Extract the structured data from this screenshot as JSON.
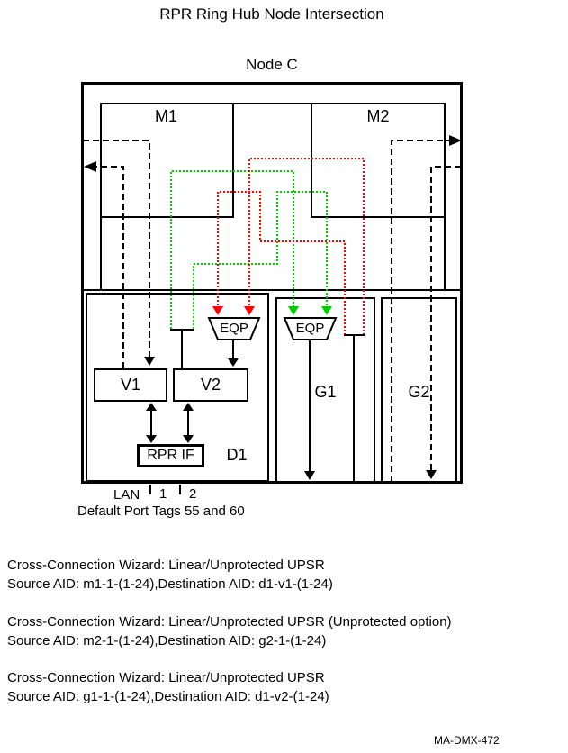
{
  "title": "RPR Ring Hub Node Intersection",
  "node": {
    "label": "Node C"
  },
  "colors": {
    "path_red": "#ff0000",
    "path_green": "#00cc00",
    "diagram_black": "#000000"
  },
  "modules": {
    "m1": "M1",
    "m2": "M2",
    "v1": "V1",
    "v2": "V2",
    "g1": "G1",
    "g2": "G2",
    "d1": "D1",
    "eqp_left": "EQP",
    "eqp_right": "EQP",
    "rpr_if": "RPR IF"
  },
  "lan": {
    "label": "LAN",
    "ports": [
      "1",
      "2"
    ]
  },
  "caption": "Default Port Tags 55 and 60",
  "cross_connections": [
    {
      "wizard": "Cross-Connection Wizard: Linear/Unprotected UPSR",
      "detail": "Source AID: m1-1-(1-24),Destination AID: d1-v1-(1-24)"
    },
    {
      "wizard": "Cross-Connection Wizard: Linear/Unprotected UPSR (Unprotected option)",
      "detail": "Source AID: m2-1-(1-24),Destination AID: g2-1-(1-24)"
    },
    {
      "wizard": "Cross-Connection Wizard: Linear/Unprotected UPSR",
      "detail": "Source AID: g1-1-(1-24),Destination AID: d1-v2-(1-24)"
    }
  ],
  "footnote": "MA-DMX-472"
}
